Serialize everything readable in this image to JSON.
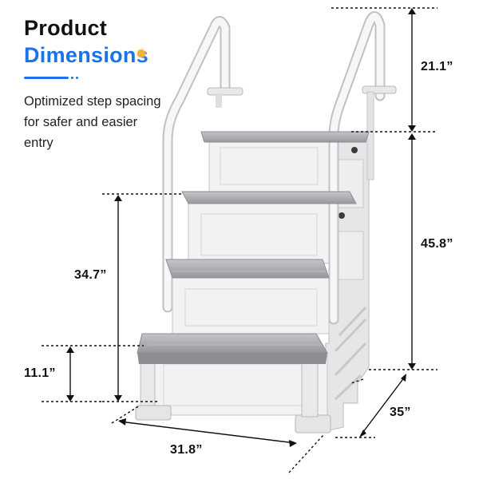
{
  "header": {
    "title_line1": "Product",
    "title_line2": "Dimensions",
    "description": "Optimized step spacing for safer and easier entry"
  },
  "dimensions": {
    "handrail_height": "21.1”",
    "top_step_height": "45.8”",
    "third_step_height": "34.7”",
    "first_step_height": "11.1”",
    "depth": "35”",
    "width": "31.8”"
  },
  "colors": {
    "accent": "#1a73e8",
    "tread": "#a9aaad",
    "frame": "#f1f2f3"
  }
}
